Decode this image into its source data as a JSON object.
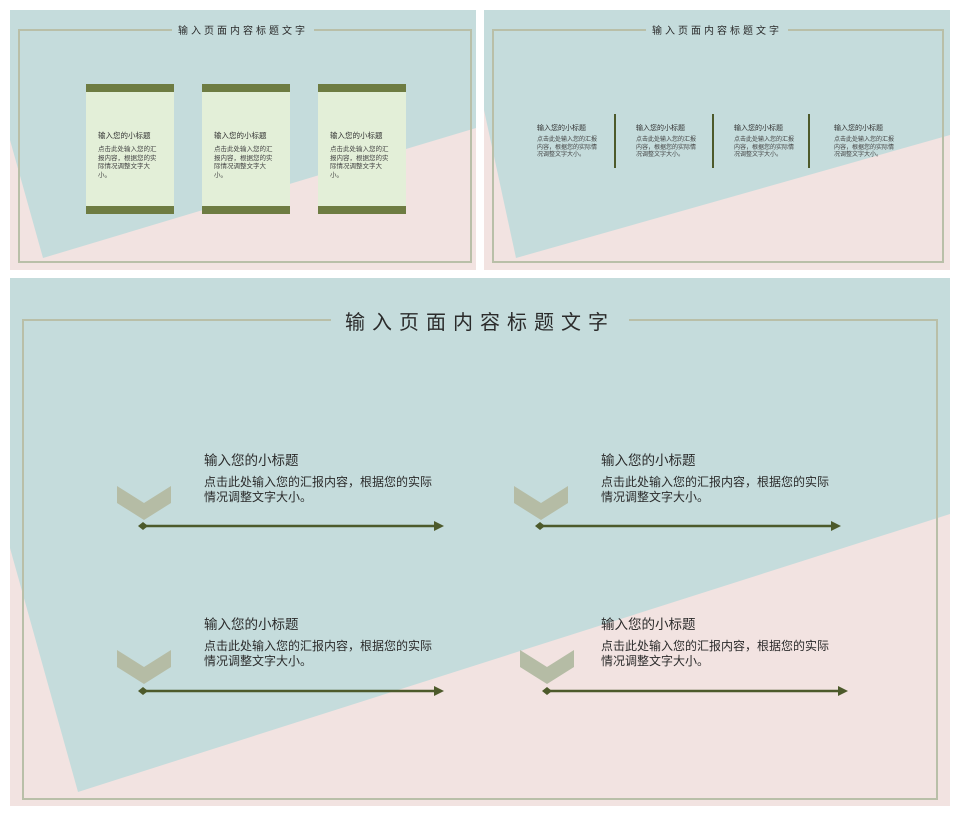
{
  "slides": {
    "s1": {
      "title": "输入页面内容标题文字",
      "cards": [
        {
          "title": "输入您的小标题",
          "body": "点击此处输入您的汇报内容，根据您的实际情况调整文字大小。"
        },
        {
          "title": "输入您的小标题",
          "body": "点击此处输入您的汇报内容，根据您的实际情况调整文字大小。"
        },
        {
          "title": "输入您的小标题",
          "body": "点击此处输入您的汇报内容，根据您的实际情况调整文字大小。"
        }
      ]
    },
    "s2": {
      "title": "输入页面内容标题文字",
      "columns": [
        {
          "title": "输入您的小标题",
          "body": "点击此处输入您的汇报内容，根据您的实际情况调整文字大小。"
        },
        {
          "title": "输入您的小标题",
          "body": "点击此处输入您的汇报内容，根据您的实际情况调整文字大小。"
        },
        {
          "title": "输入您的小标题",
          "body": "点击此处输入您的汇报内容，根据您的实际情况调整文字大小。"
        },
        {
          "title": "输入您的小标题",
          "body": "点击此处输入您的汇报内容，根据您的实际情况调整文字大小。"
        }
      ]
    },
    "s3": {
      "title": "输入页面内容标题文字",
      "items": [
        {
          "title": "输入您的小标题",
          "body": "点击此处输入您的汇报内容，根据您的实际情况调整文字大小。"
        },
        {
          "title": "输入您的小标题",
          "body": "点击此处输入您的汇报内容，根据您的实际情况调整文字大小。"
        },
        {
          "title": "输入您的小标题",
          "body": "点击此处输入您的汇报内容，根据您的实际情况调整文字大小。"
        },
        {
          "title": "输入您的小标题",
          "body": "点击此处输入您的汇报内容，根据您的实际情况调整文字大小。"
        }
      ]
    }
  },
  "colors": {
    "blue_bg": "#c5dcdc",
    "pink_bg": "#f2e3e1",
    "frame": "#b9bfa8",
    "accent_dark_green": "#4d5a2b",
    "card_bar": "#6e7c42",
    "card_fill": "#e3efd8",
    "chevron": "#b5bca5"
  },
  "icons": {
    "chevron": "chevron-down-icon",
    "arrow": "arrow-right-icon"
  }
}
